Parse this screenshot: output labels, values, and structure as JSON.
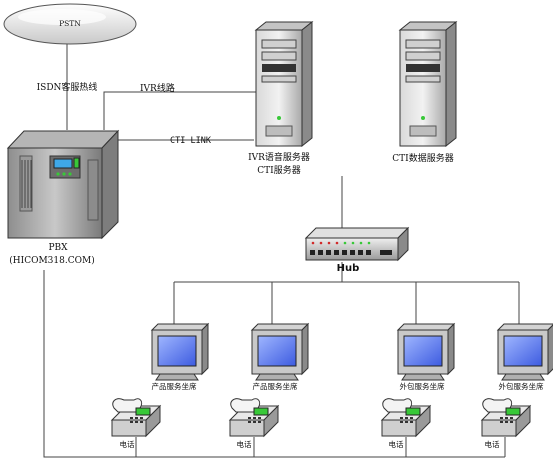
{
  "pstn": {
    "label": "PSTN"
  },
  "links": {
    "isdn": "ISDN客服热线",
    "ivr": "IVR线路",
    "cti_link": "CTI LINK"
  },
  "pbx": {
    "label": "PBX",
    "site": "(HICOM318.COM)"
  },
  "servers": {
    "ivr_cti_line1": "IVR语音服务器",
    "ivr_cti_line2": "CTI服务器",
    "cti_data": "CTI数据服务器"
  },
  "hub": {
    "label": "Hub"
  },
  "workstations": [
    {
      "label": "产品服务坐席"
    },
    {
      "label": "产品服务坐席"
    },
    {
      "label": "外包服务坐席"
    },
    {
      "label": "外包服务坐席"
    }
  ],
  "phones": [
    {
      "label": "电话"
    },
    {
      "label": "电话"
    },
    {
      "label": "电话"
    },
    {
      "label": "电话"
    }
  ]
}
